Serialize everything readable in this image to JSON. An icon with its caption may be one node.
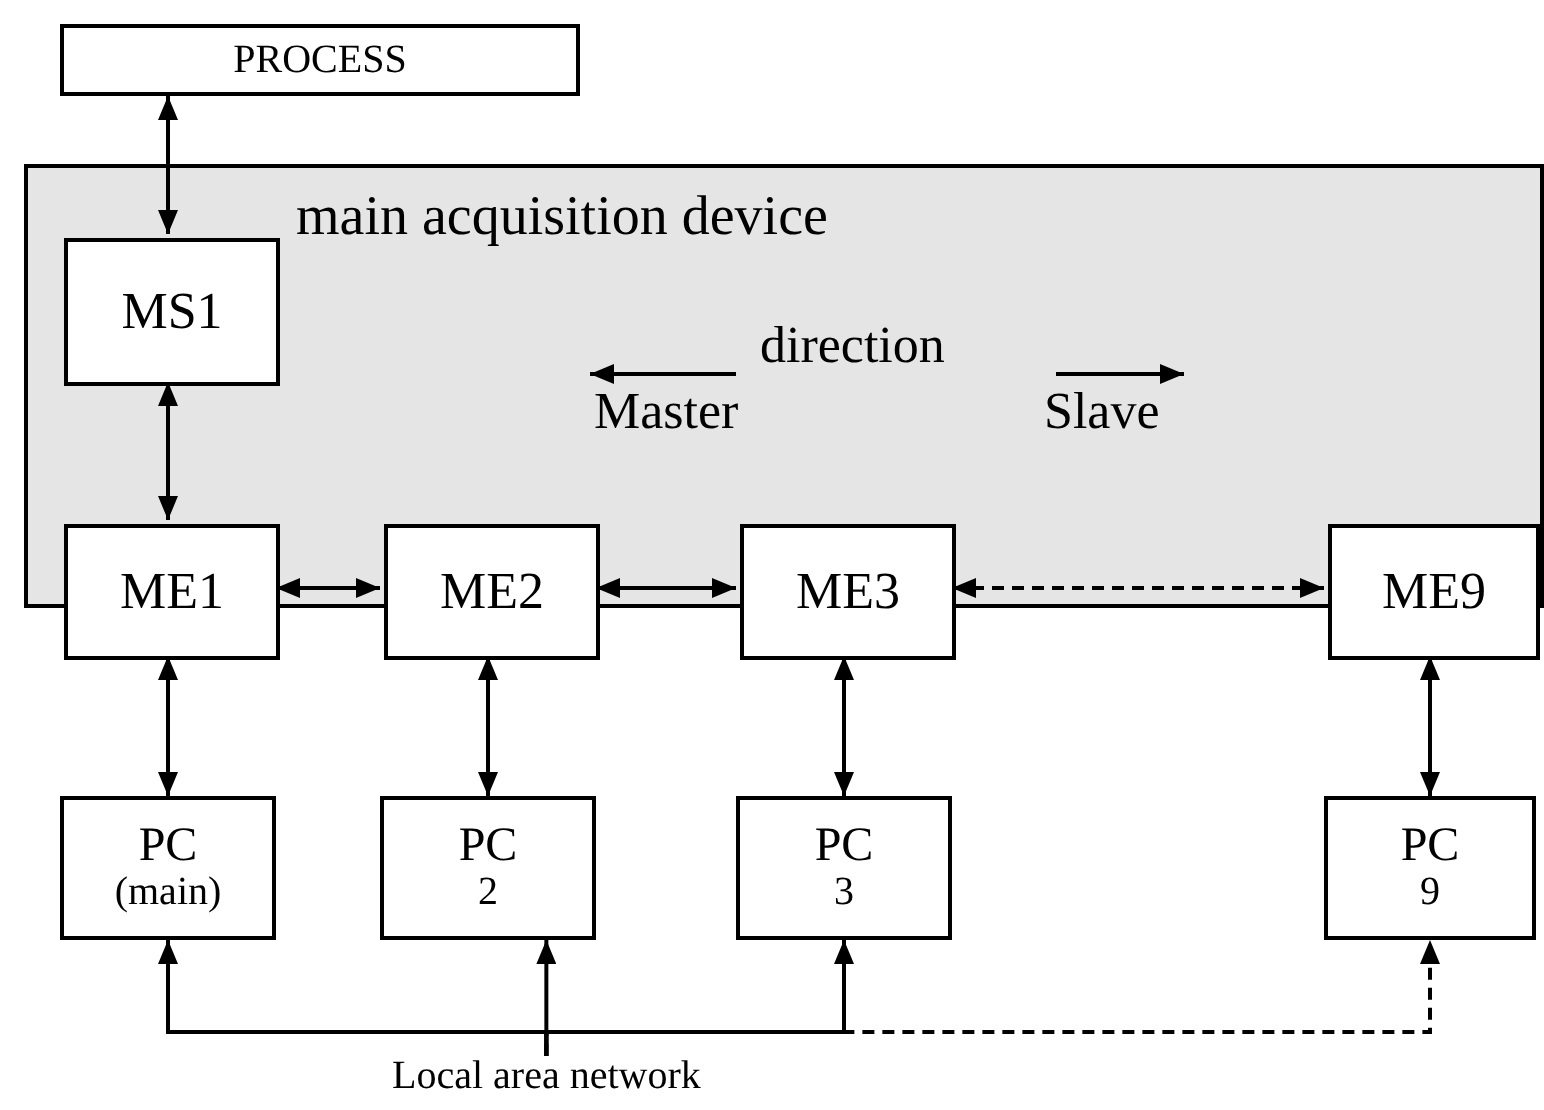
{
  "diagram": {
    "nodes": [
      {
        "text": [
          "PROCESS"
        ]
      },
      {
        "text": [
          "main acquisition device"
        ]
      },
      {
        "text": [
          "MS1"
        ],
        "in": 1
      },
      {
        "text": [
          "ME1"
        ],
        "in": 1
      },
      {
        "text": [
          "ME2"
        ],
        "in": 1
      },
      {
        "text": [
          "ME3"
        ],
        "in": 1
      },
      {
        "text": [
          "ME9"
        ],
        "in": 1
      },
      {
        "text": [
          "PC",
          "(main)"
        ]
      },
      {
        "text": [
          "PC",
          "2"
        ]
      },
      {
        "text": [
          "PC",
          "3"
        ]
      },
      {
        "text": [
          "PC",
          "9"
        ]
      },
      {
        "text": [
          "Local area network"
        ]
      }
    ],
    "edges": [
      {
        "from": 0,
        "to": 2,
        "arrow": "both"
      },
      {
        "from": 2,
        "to": 3,
        "arrow": "both"
      },
      {
        "from": 3,
        "to": 4,
        "arrow": "both"
      },
      {
        "from": 4,
        "to": 5,
        "arrow": "both"
      },
      {
        "from": 5,
        "to": 6,
        "arrow": "both",
        "style": "dashed"
      },
      {
        "from": 3,
        "to": 7,
        "arrow": "both"
      },
      {
        "from": 4,
        "to": 8,
        "arrow": "both"
      },
      {
        "from": 5,
        "to": 9,
        "arrow": "both"
      },
      {
        "from": 6,
        "to": 10,
        "arrow": "both"
      },
      {
        "from": 11,
        "to": 7,
        "arrow": "to"
      },
      {
        "from": 11,
        "to": 8,
        "arrow": "to"
      },
      {
        "from": 11,
        "to": 9,
        "arrow": "to"
      },
      {
        "from": 11,
        "to": 10,
        "arrow": "to",
        "style": "dashed"
      }
    ],
    "labels": [
      "direction",
      "Master",
      "Slave"
    ]
  }
}
